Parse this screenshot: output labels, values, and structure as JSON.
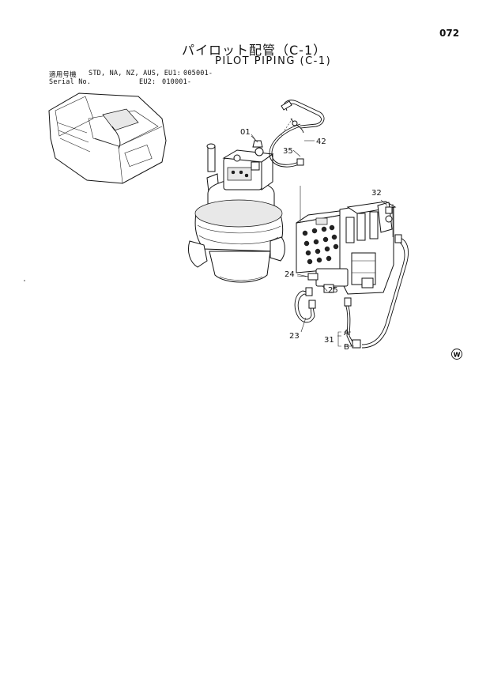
{
  "header": {
    "page_number": "072",
    "title_ja": "パイロット配管（C-1）",
    "title_en": "PILOT PIPING (C-1)"
  },
  "serial": {
    "label_ja": "適用号機",
    "label_en": "Serial No.",
    "models": "STD, NA, NZ, AUS, EU1:",
    "models_value": "005001-",
    "eu2": "EU2:",
    "eu2_value": "010001-"
  },
  "callouts": {
    "p01": "01",
    "p42": "42",
    "p35": "35",
    "p32": "32",
    "p24": "24",
    "p25": "25",
    "p23": "23",
    "p31": "31",
    "a": "A",
    "b": "B"
  },
  "marks": {
    "w_symbol": "W"
  }
}
